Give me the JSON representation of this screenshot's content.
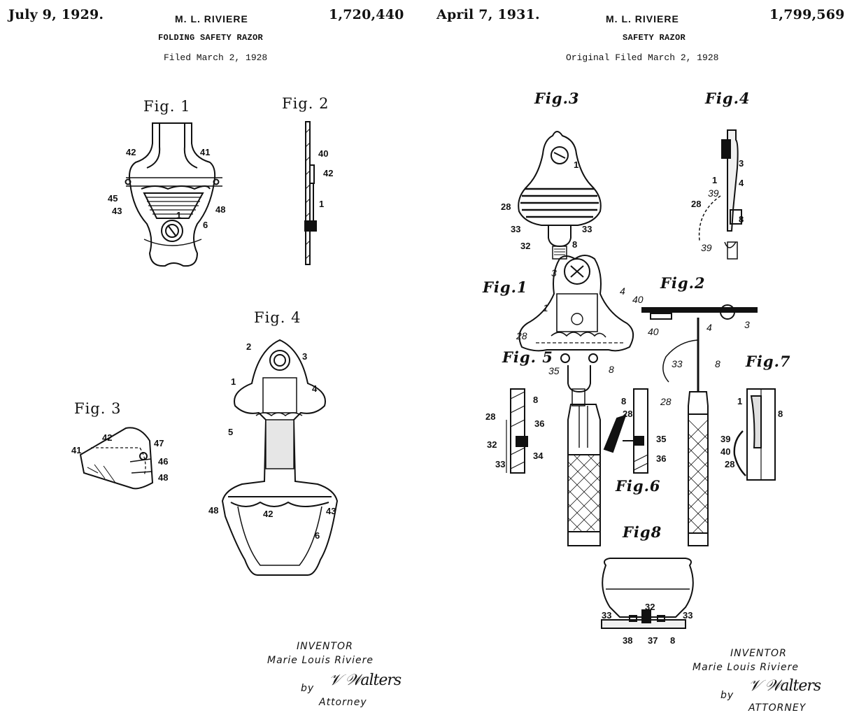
{
  "left": {
    "date": "July 9, 1929.",
    "inventor": "M. L. RIVIERE",
    "patent_number": "1,720,440",
    "title": "FOLDING SAFETY RAZOR",
    "filed": "Filed March 2, 1928",
    "figures": [
      "Fig. 1",
      "Fig. 2",
      "Fig. 3",
      "Fig. 4"
    ],
    "signature": {
      "inventor_label": "INVENTOR",
      "name": "Marie Louis Riviere",
      "by": "by",
      "attorney": "Attorney"
    }
  },
  "right": {
    "date": "April 7, 1931.",
    "inventor": "M. L. RIVIERE",
    "patent_number": "1,799,569",
    "title": "SAFETY RAZOR",
    "filed": "Original Filed March 2, 1928",
    "figures": [
      "Fig.3",
      "Fig.4",
      "Fig.1",
      "Fig.2",
      "Fig. 5",
      "Fig.7",
      "Fig.6",
      "Fig8"
    ],
    "signature": {
      "inventor_label": "INVENTOR",
      "name": "Marie Louis Riviere",
      "by": "by",
      "attorney": "ATTORNEY"
    }
  }
}
